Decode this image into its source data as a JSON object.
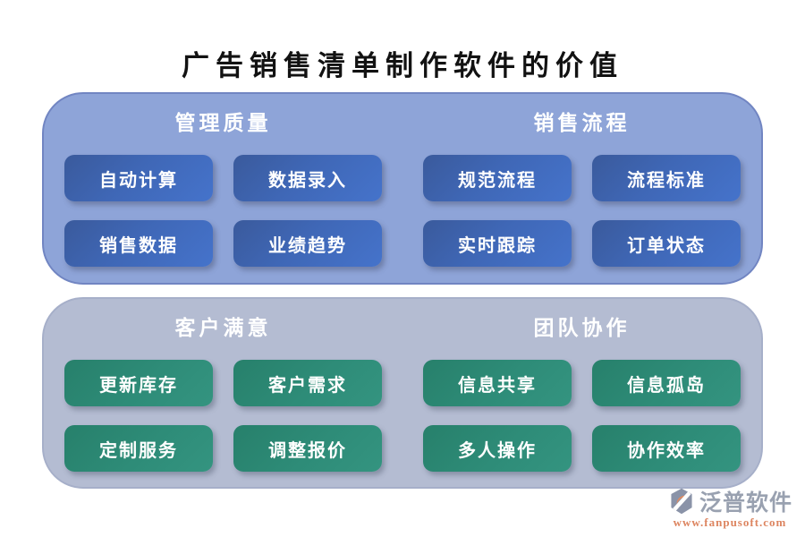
{
  "title": "广告销售清单制作软件的价值",
  "panels": [
    {
      "id": "management-sales",
      "sections": [
        {
          "header": "管理质量",
          "buttons": [
            "自动计算",
            "数据录入",
            "销售数据",
            "业绩趋势"
          ]
        },
        {
          "header": "销售流程",
          "buttons": [
            "规范流程",
            "流程标准",
            "实时跟踪",
            "订单状态"
          ]
        }
      ]
    },
    {
      "id": "customer-team",
      "sections": [
        {
          "header": "客户满意",
          "buttons": [
            "更新库存",
            "客户需求",
            "定制服务",
            "调整报价"
          ]
        },
        {
          "header": "团队协作",
          "buttons": [
            "信息共享",
            "信息孤岛",
            "多人操作",
            "协作效率"
          ]
        }
      ]
    }
  ],
  "footer": {
    "brand": "泛普软件",
    "website": "www.fanpusoft.com"
  },
  "colors": {
    "title_text": "#121212",
    "panel_top_bg": "#8EA4D8",
    "panel_bottom_bg": "#B4BCD2",
    "button_blue": "#3F67B6",
    "button_green": "#2E8C78",
    "header_text": "#FFFFFF",
    "brand_gray": "#99A1B0",
    "brand_orange": "#DD8560"
  }
}
